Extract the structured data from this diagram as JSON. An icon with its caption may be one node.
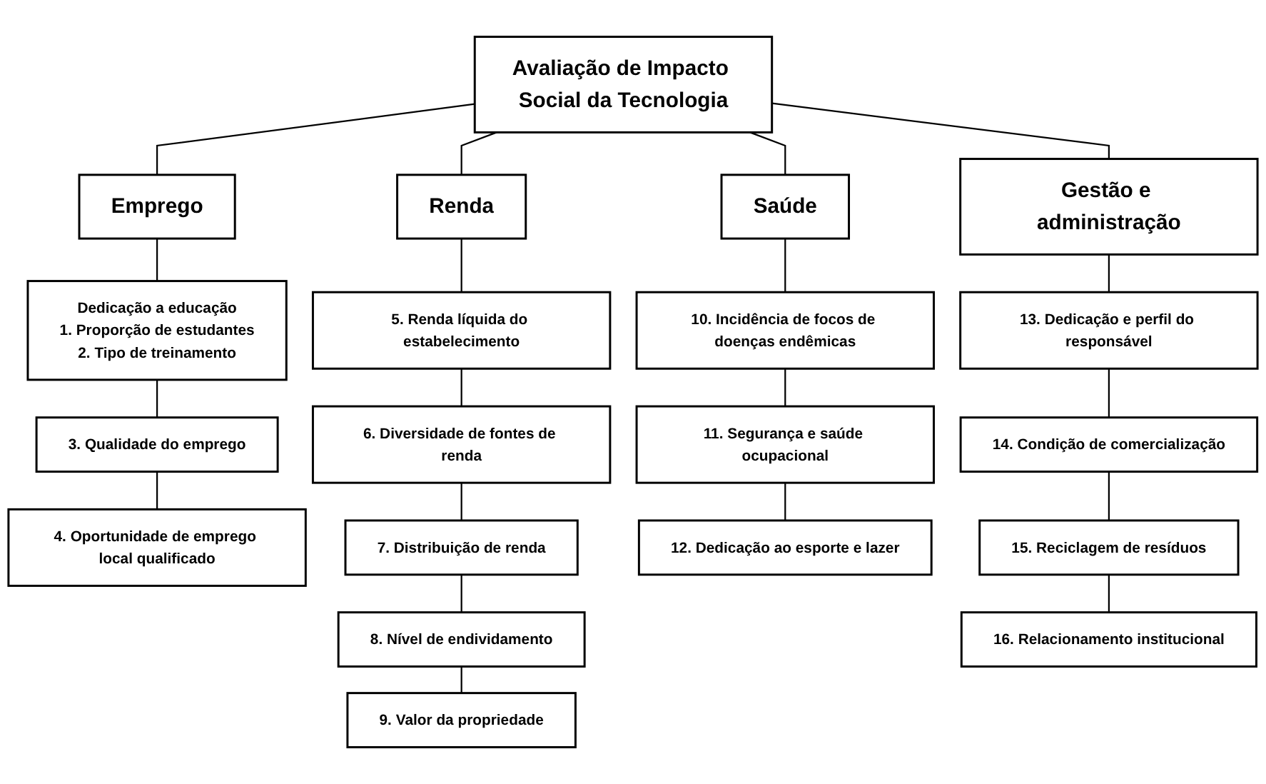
{
  "diagram": {
    "nodes": [
      {
        "text": [
          "Avaliação de Impacto Social da Tecnologia"
        ]
      },
      {
        "text": [
          "Emprego"
        ]
      },
      {
        "text": [
          "Renda"
        ]
      },
      {
        "text": [
          "Saúde"
        ]
      },
      {
        "text": [
          "Gestão e administração"
        ]
      },
      {
        "text": [
          "Dedicação a educação",
          "1. Proporção de estudantes",
          "2. Tipo de treinamento"
        ]
      },
      {
        "text": [
          "3. Qualidade do emprego"
        ]
      },
      {
        "text": [
          "4. Oportunidade de emprego local qualificado"
        ]
      },
      {
        "text": [
          "5. Renda líquida do estabelecimento"
        ]
      },
      {
        "text": [
          "6. Diversidade de fontes de renda"
        ]
      },
      {
        "text": [
          "7. Distribuição de renda"
        ]
      },
      {
        "text": [
          "8. Nível de endividamento"
        ]
      },
      {
        "text": [
          "9. Valor da propriedade"
        ]
      },
      {
        "text": [
          "10. Incidência de focos de doenças endêmicas"
        ]
      },
      {
        "text": [
          "11. Segurança e saúde ocupacional"
        ]
      },
      {
        "text": [
          "12. Dedicação ao esporte e lazer"
        ]
      },
      {
        "text": [
          "13. Dedicação e perfil do responsável"
        ]
      },
      {
        "text": [
          "14. Condição de comercialização"
        ]
      },
      {
        "text": [
          "15. Reciclagem de resíduos"
        ]
      },
      {
        "text": [
          "16. Relacionamento institucional"
        ]
      }
    ],
    "edges": [
      {
        "from": 0,
        "to": 1,
        "arrow": "none"
      },
      {
        "from": 0,
        "to": 2,
        "arrow": "none"
      },
      {
        "from": 0,
        "to": 3,
        "arrow": "none"
      },
      {
        "from": 0,
        "to": 4,
        "arrow": "none"
      },
      {
        "from": 1,
        "to": 5,
        "arrow": "none"
      },
      {
        "from": 5,
        "to": 6,
        "arrow": "none"
      },
      {
        "from": 6,
        "to": 7,
        "arrow": "none"
      },
      {
        "from": 2,
        "to": 8,
        "arrow": "none"
      },
      {
        "from": 8,
        "to": 9,
        "arrow": "none"
      },
      {
        "from": 9,
        "to": 10,
        "arrow": "none"
      },
      {
        "from": 10,
        "to": 11,
        "arrow": "none"
      },
      {
        "from": 11,
        "to": 12,
        "arrow": "none"
      },
      {
        "from": 3,
        "to": 13,
        "arrow": "none"
      },
      {
        "from": 13,
        "to": 14,
        "arrow": "none"
      },
      {
        "from": 14,
        "to": 15,
        "arrow": "none"
      },
      {
        "from": 4,
        "to": 16,
        "arrow": "none"
      },
      {
        "from": 16,
        "to": 17,
        "arrow": "none"
      },
      {
        "from": 17,
        "to": 18,
        "arrow": "none"
      },
      {
        "from": 18,
        "to": 19,
        "arrow": "none"
      }
    ]
  }
}
